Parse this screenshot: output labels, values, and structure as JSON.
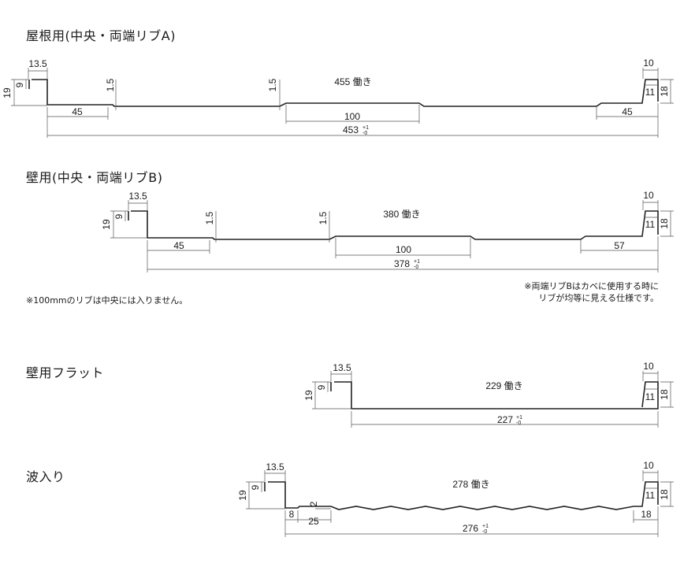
{
  "sections": [
    {
      "title": "屋根用(中央・両端リブA)",
      "work_width": "455 働き",
      "dims": {
        "hook_width": "13.5",
        "hook_inner": "9",
        "hook_height": "19",
        "left_pan": "45",
        "rib_small_left": "1.5",
        "rib_small_center": "1.5",
        "center_flat": "100",
        "right_pan": "45",
        "right_top": "10",
        "right_inner": "11",
        "right_height": "18",
        "total": "453"
      }
    },
    {
      "title": "壁用(中央・両端リブB)",
      "work_width": "380 働き",
      "dims": {
        "hook_width": "13.5",
        "hook_inner": "9",
        "hook_height": "19",
        "left_pan": "45",
        "rib_small_left": "1.5",
        "rib_small_center": "1.5",
        "center_flat": "100",
        "right_pan": "57",
        "right_top": "10",
        "right_inner": "11",
        "right_height": "18",
        "total": "378"
      }
    },
    {
      "title": "壁用フラット",
      "work_width": "229 働き",
      "dims": {
        "hook_width": "13.5",
        "hook_inner": "9",
        "hook_height": "19",
        "right_top": "10",
        "right_inner": "11",
        "right_height": "18",
        "total": "227"
      }
    },
    {
      "title": "波入り",
      "work_width": "278 働き",
      "dims": {
        "hook_width": "13.5",
        "hook_inner": "9",
        "hook_height": "19",
        "step": "8",
        "wave_start": "25",
        "wave_depth": "2",
        "right_pan": "18",
        "right_top": "10",
        "right_inner": "11",
        "right_height": "18",
        "total": "276"
      }
    }
  ],
  "tolerance": {
    "plus": "+1",
    "minus": "-0"
  },
  "notes": {
    "left": "※100mmのリブは中央には入りません。",
    "right_line1": "※両端リブBはカベに使用する時に",
    "right_line2": "リブが均等に見える仕様です。"
  }
}
